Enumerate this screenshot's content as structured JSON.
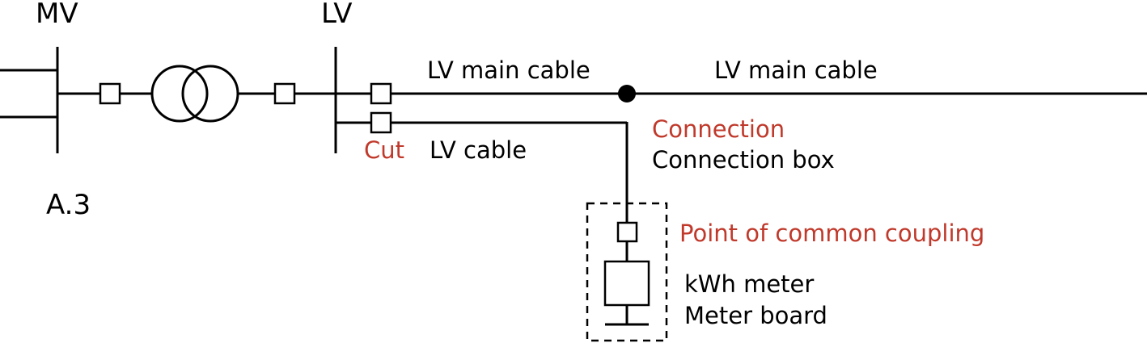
{
  "labels": {
    "mv": "MV",
    "lv": "LV",
    "lv_main_cable_1": "LV main cable",
    "lv_main_cable_2": "LV main cable",
    "cut": "Cut",
    "lv_cable": "LV cable",
    "connection": "Connection",
    "connection_box": "Connection box",
    "figure_id": "A.3",
    "pcc": "Point of common coupling",
    "kwh_meter": "kWh meter",
    "meter_board": "Meter board"
  },
  "colors": {
    "line": "#000000",
    "highlight": "#c0392b",
    "background": "#ffffff"
  }
}
